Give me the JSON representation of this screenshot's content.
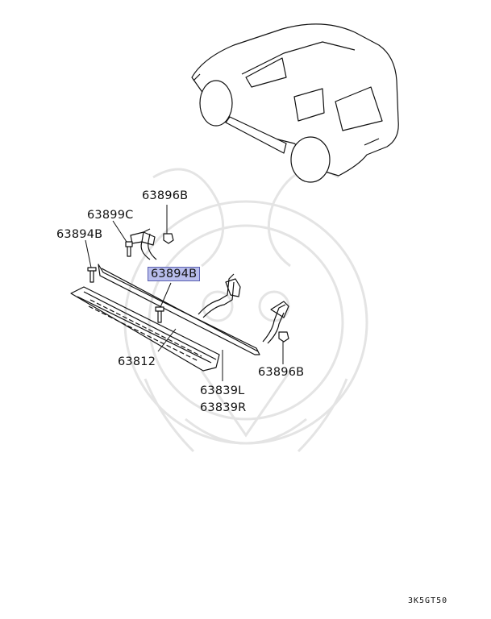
{
  "diagram": {
    "parts": {
      "p1": "63896B",
      "p2": "63899C",
      "p3": "63894B",
      "p4_highlight": "63894B",
      "p5": "63812",
      "p6": "63839L",
      "p7": "63839R",
      "p8": "63896B"
    },
    "diagram_code": "3K5GT50",
    "colors": {
      "line": "#111111",
      "highlight": "#b8bdec",
      "watermark": "#e6e6e6"
    }
  }
}
